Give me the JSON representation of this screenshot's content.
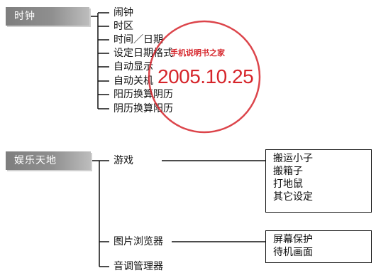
{
  "sections": {
    "clock": {
      "title": "时钟",
      "items": [
        "闹钟",
        "时区",
        "时间／日期",
        "设定日期格式",
        "自动显示",
        "自动关机",
        "阳历换算阴历",
        "阴历换算阳历"
      ]
    },
    "entertainment": {
      "title": "娱乐天地",
      "items": [
        {
          "label": "游戏",
          "children": [
            "搬运小子",
            "搬箱子",
            "打地鼠",
            "其它设定"
          ]
        },
        {
          "label": "图片浏览器",
          "children": [
            "屏幕保护",
            "待机画面"
          ]
        },
        {
          "label": "音调管理器",
          "children": []
        }
      ]
    }
  },
  "stamp": {
    "name": "手机说明书之家",
    "date": "2005.10.25",
    "color": "#d6252b"
  }
}
